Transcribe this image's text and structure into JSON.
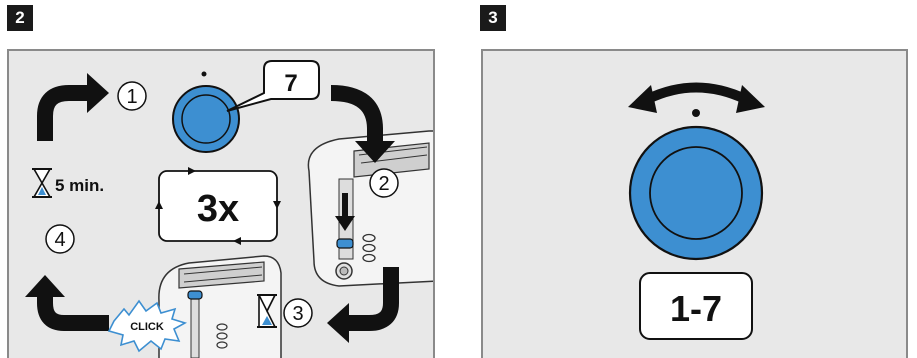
{
  "figure_2": {
    "step_label": "2",
    "setting_value": "7",
    "repeat_count": "3x",
    "step_numbers": [
      "1",
      "2",
      "3",
      "4"
    ],
    "wait_time": "5 min.",
    "click_label": "CLICK"
  },
  "figure_3": {
    "step_label": "3",
    "setting_range": "1-7"
  },
  "colors": {
    "knob_blue": "#3d8fd1",
    "arrow_black": "#111111",
    "panel_gray": "#e8e8e8"
  }
}
